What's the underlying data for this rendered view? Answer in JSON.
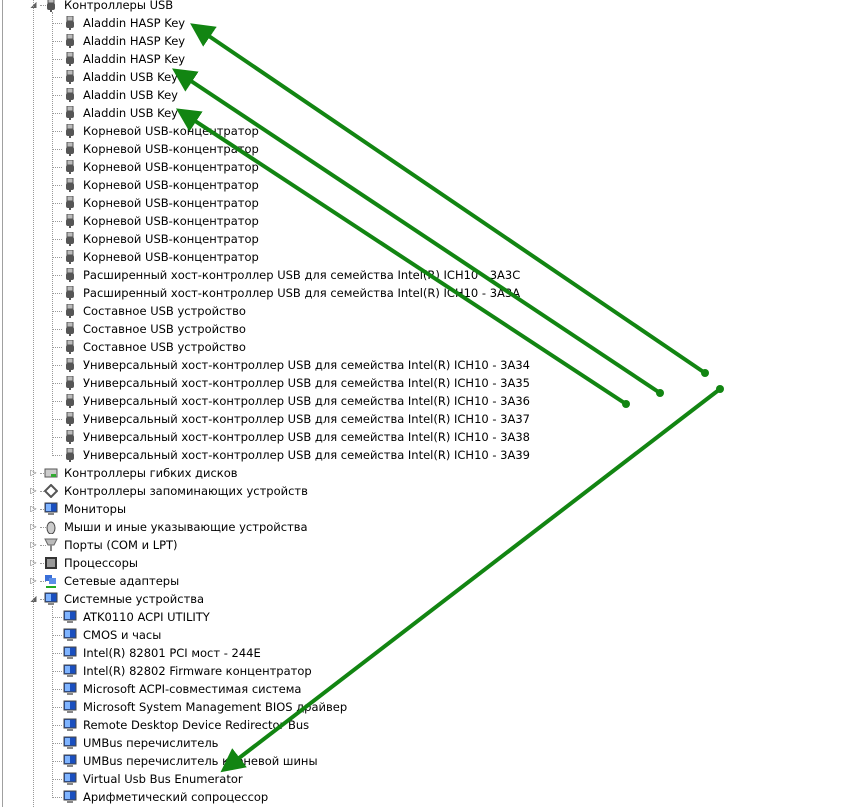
{
  "colors": {
    "arrow": "#128512"
  },
  "tree": [
    {
      "label": "Контроллеры USB",
      "icon": "usb-icon",
      "expanded": true,
      "children": [
        "Aladdin HASP Key",
        "Aladdin HASP Key",
        "Aladdin HASP Key",
        "Aladdin USB Key",
        "Aladdin USB Key",
        "Aladdin USB Key",
        "Корневой USB-концентратор",
        "Корневой USB-концентратор",
        "Корневой USB-концентратор",
        "Корневой USB-концентратор",
        "Корневой USB-концентратор",
        "Корневой USB-концентратор",
        "Корневой USB-концентратор",
        "Корневой USB-концентратор",
        "Расширенный хост-контроллер USB для семейства Intel(R) ICH10 - 3A3C",
        "Расширенный хост-контроллер USB для семейства Intel(R) ICH10 - 3A3A",
        "Составное USB устройство",
        "Составное USB устройство",
        "Составное USB устройство",
        "Универсальный хост-контроллер USB для семейства Intel(R) ICH10 - 3A34",
        "Универсальный хост-контроллер USB для семейства Intel(R) ICH10 - 3A35",
        "Универсальный хост-контроллер USB для семейства Intel(R) ICH10 - 3A36",
        "Универсальный хост-контроллер USB для семейства Intel(R) ICH10 - 3A37",
        "Универсальный хост-контроллер USB для семейства Intel(R) ICH10 - 3A38",
        "Универсальный хост-контроллер USB для семейства Intel(R) ICH10 - 3A39"
      ]
    },
    {
      "label": "Контроллеры гибких дисков",
      "icon": "floppy-controller-icon",
      "expanded": false
    },
    {
      "label": "Контроллеры запоминающих устройств",
      "icon": "storage-controller-icon",
      "expanded": false
    },
    {
      "label": "Мониторы",
      "icon": "monitor-icon",
      "expanded": false
    },
    {
      "label": "Мыши и иные указывающие устройства",
      "icon": "mouse-icon",
      "expanded": false
    },
    {
      "label": "Порты (COM и LPT)",
      "icon": "port-icon",
      "expanded": false
    },
    {
      "label": "Процессоры",
      "icon": "processor-icon",
      "expanded": false
    },
    {
      "label": "Сетевые адаптеры",
      "icon": "network-adapter-icon",
      "expanded": false
    },
    {
      "label": "Системные устройства",
      "icon": "system-device-icon",
      "expanded": true,
      "children": [
        "ATK0110 ACPI UTILITY",
        "CMOS и часы",
        "Intel(R) 82801 PCI мост - 244E",
        "Intel(R) 82802 Firmware концентратор",
        "Microsoft ACPI-совместимая система",
        "Microsoft System Management BIOS драйвер",
        "Remote Desktop Device Redirector Bus",
        "UMBus перечислитель",
        "UMBus перечислитель корневой шины",
        "Virtual Usb Bus Enumerator",
        "Арифметический сопроцессор"
      ]
    }
  ]
}
